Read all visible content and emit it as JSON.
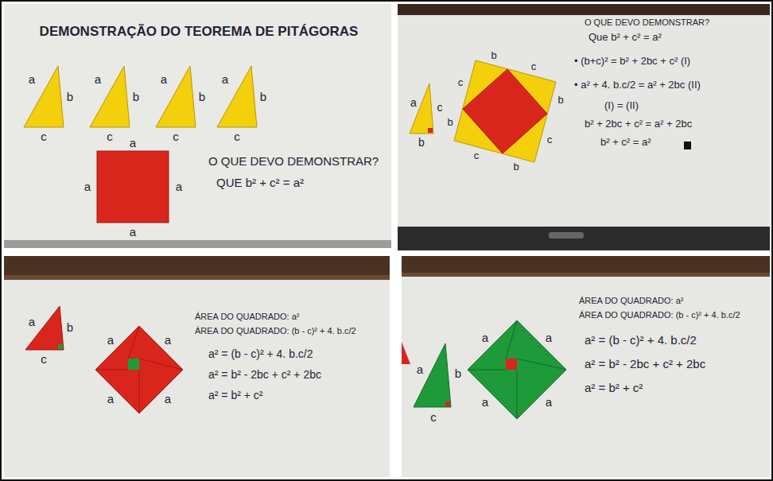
{
  "diagram": {
    "nodes": [
      {
        "text": [
          "DEMONSTRAÇÃO DO TEOREMA DE PITÁGORAS",
          "a",
          "b",
          "c",
          "a",
          "b",
          "c",
          "a",
          "b",
          "c",
          "a",
          "b",
          "c",
          "a",
          "a",
          "a",
          "a",
          "O QUE DEVO DEMONSTRAR?",
          "QUE b² + c² = a²"
        ]
      },
      {
        "text": [
          "a",
          "c",
          "b",
          "b",
          "c",
          "b",
          "c",
          "b",
          "c",
          "b",
          "c",
          "O QUE DEVO DEMONSTRAR?",
          "Que b² + c² = a²",
          "• (b+c)² = b² + 2bc + c² (I)",
          "• a² + 4. b.c/2 = a² + 2bc (II)",
          "(I) = (II)",
          "b² + 2bc + c² = a² + 2bc",
          "b² + c² = a²"
        ]
      },
      {
        "text": [
          "a",
          "b",
          "c",
          "a",
          "a",
          "a",
          "a",
          "ÁREA DO QUADRADO: a²",
          "ÁREA DO QUADRADO: (b - c)² + 4. b.c/2",
          "a² = (b - c)² + 4. b.c/2",
          "a² = b² - 2bc + c² + 2bc",
          "a² = b² + c²"
        ]
      },
      {
        "text": [
          "a",
          "b",
          "c",
          "a",
          "a",
          "a",
          "a",
          "ÁREA DO QUADRADO: a²",
          "ÁREA DO QUADRADO: (b - c)² + 4. b.c/2",
          "a² = (b - c)² + 4. b.c/2",
          "a² = b² - 2bc + c² + 2bc",
          "a² = b² + c²"
        ]
      }
    ]
  }
}
